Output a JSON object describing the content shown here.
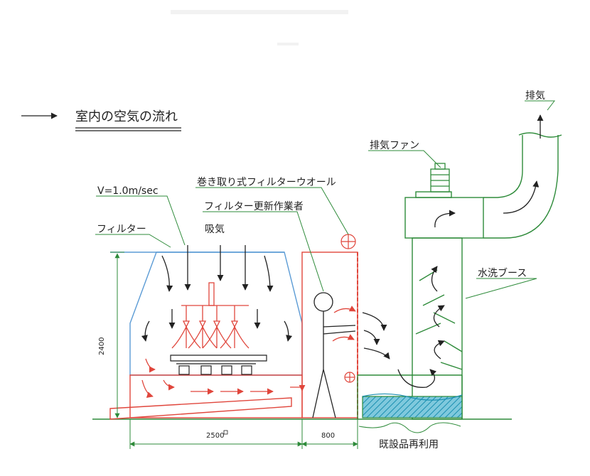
{
  "legend": {
    "text": "室内の空気の流れ"
  },
  "labels": {
    "exhaust": "排気",
    "exhaust_fan": "排気ファン",
    "roll_filter_wall": "巻き取り式フィルターウオール",
    "worker": "フィルター更新作業者",
    "velocity": "V=1.0m/sec",
    "intake": "吸気",
    "filter": "フィルター",
    "water_booth": "水洗ブース",
    "reuse": "既設品再利用"
  },
  "dimensions": {
    "height": "2400",
    "width_main": "2500",
    "width_side": "800"
  },
  "colors": {
    "black": "#222222",
    "red": "#e0463c",
    "green": "#2e8b3a",
    "blue": "#5b9bd5",
    "water": "#2aa6c9"
  }
}
